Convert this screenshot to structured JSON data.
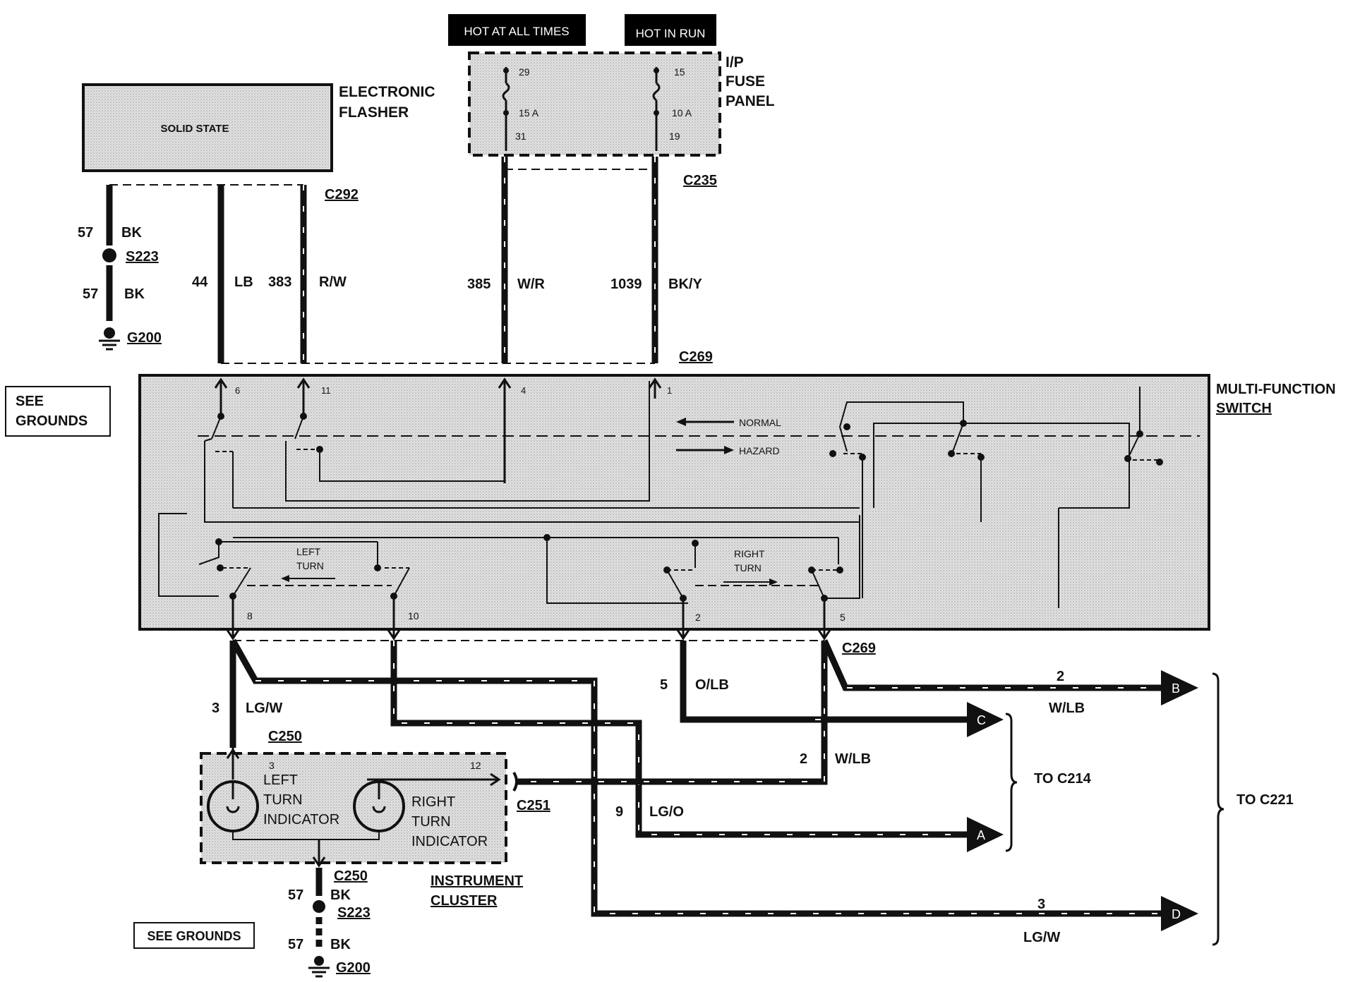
{
  "header": {
    "hot_at_all_times": "HOT AT ALL TIMES",
    "hot_in_run": "HOT IN RUN"
  },
  "fuse_panel": {
    "title_l1": "I/P",
    "title_l2": "FUSE",
    "title_l3": "PANEL",
    "fuse_a": {
      "top": "29",
      "rating": "15 A",
      "bottom": "31"
    },
    "fuse_b": {
      "top": "15",
      "rating": "10 A",
      "bottom": "19"
    }
  },
  "flasher": {
    "title_l1": "ELECTRONIC",
    "title_l2": "FLASHER",
    "body": "SOLID STATE"
  },
  "connectors": {
    "c292": "C292",
    "c235": "C235",
    "c269_top": "C269",
    "c269_bottom": "C269",
    "c250_top": "C250",
    "c250_bottom": "C250",
    "c251": "C251"
  },
  "ground_top": {
    "wire1_num": "57",
    "wire1_color": "BK",
    "splice": "S223",
    "wire2_num": "57",
    "wire2_color": "BK",
    "ground": "G200"
  },
  "ground_bottom": {
    "wire1_num": "57",
    "wire1_color": "BK",
    "splice": "S223",
    "wire2_num": "57",
    "wire2_color": "BK",
    "ground": "G200"
  },
  "wires_top": [
    {
      "num": "44",
      "color": "LB"
    },
    {
      "num": "383",
      "color": "R/W"
    },
    {
      "num": "385",
      "color": "W/R"
    },
    {
      "num": "1039",
      "color": "BK/Y"
    }
  ],
  "see_grounds": {
    "l1": "SEE",
    "l2": "GROUNDS",
    "bottom": "SEE GROUNDS"
  },
  "mfs": {
    "title_l1": "MULTI-FUNCTION",
    "title_l2": "SWITCH",
    "normal": "NORMAL",
    "hazard": "HAZARD",
    "left_turn_l1": "LEFT",
    "left_turn_l2": "TURN",
    "right_turn_l1": "RIGHT",
    "right_turn_l2": "TURN",
    "pins_top": [
      "6",
      "11",
      "4",
      "1"
    ],
    "pins_bottom": [
      "8",
      "10",
      "2",
      "5"
    ]
  },
  "wires_bottom": {
    "lgw": {
      "num": "3",
      "color": "LG/W"
    },
    "olb": {
      "num": "5",
      "color": "O/LB"
    },
    "wlb": {
      "num": "2",
      "color": "W/LB"
    },
    "lgo": {
      "num": "9",
      "color": "LG/O"
    },
    "to_b": {
      "num": "2",
      "color": "W/LB"
    },
    "to_d": {
      "num": "3",
      "color": "LG/W"
    }
  },
  "cluster": {
    "title_l1": "INSTRUMENT",
    "title_l2": "CLUSTER",
    "left_l1": "LEFT",
    "left_l2": "TURN",
    "left_l3": "INDICATOR",
    "right_l1": "RIGHT",
    "right_l2": "TURN",
    "right_l3": "INDICATOR",
    "pin_left": "3",
    "pin_right": "12"
  },
  "arrows": {
    "a": "A",
    "b": "B",
    "c": "C",
    "d": "D"
  },
  "destinations": {
    "to_c214": "TO C214",
    "to_c221": "TO C221"
  }
}
